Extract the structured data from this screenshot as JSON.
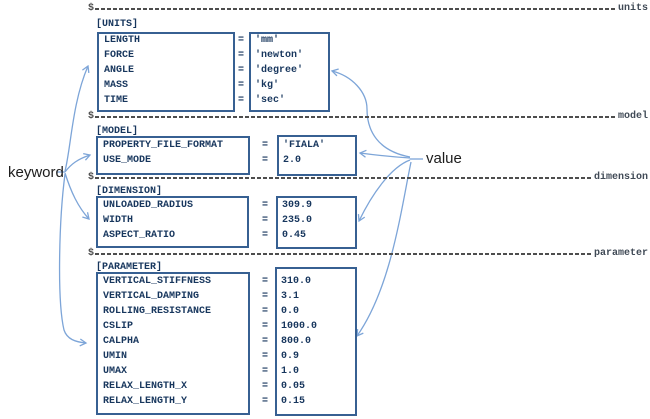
{
  "colors": {
    "border": "#376092",
    "text": "#17365D",
    "arrow": "#7da5d8",
    "dash": "#4d4d4d",
    "divlabel": "#404a56"
  },
  "labels": {
    "keyword": "keyword",
    "value": "value"
  },
  "equals_sign": "=",
  "sections": [
    {
      "id": "units",
      "dollar": "$",
      "divider_label": "units",
      "header": "[UNITS]",
      "rows": [
        {
          "key": "LENGTH",
          "value": "'mm'"
        },
        {
          "key": "FORCE",
          "value": "'newton'"
        },
        {
          "key": "ANGLE",
          "value": "'degree'"
        },
        {
          "key": "MASS",
          "value": "'kg'"
        },
        {
          "key": "TIME",
          "value": "'sec'"
        }
      ]
    },
    {
      "id": "model",
      "dollar": "$",
      "divider_label": "model",
      "header": "[MODEL]",
      "rows": [
        {
          "key": "PROPERTY_FILE_FORMAT",
          "value": "'FIALA'"
        },
        {
          "key": "USE_MODE",
          "value": "2.0"
        }
      ]
    },
    {
      "id": "dimension",
      "dollar": "$",
      "divider_label": "dimension",
      "header": "[DIMENSION]",
      "rows": [
        {
          "key": "UNLOADED_RADIUS",
          "value": "309.9"
        },
        {
          "key": "WIDTH",
          "value": "235.0"
        },
        {
          "key": "ASPECT_RATIO",
          "value": "0.45"
        }
      ]
    },
    {
      "id": "parameter",
      "dollar": "$",
      "divider_label": "parameter",
      "header": "[PARAMETER]",
      "rows": [
        {
          "key": "VERTICAL_STIFFNESS",
          "value": "310.0"
        },
        {
          "key": "VERTICAL_DAMPING",
          "value": "3.1"
        },
        {
          "key": "ROLLING_RESISTANCE",
          "value": "0.0"
        },
        {
          "key": "CSLIP",
          "value": "1000.0"
        },
        {
          "key": "CALPHA",
          "value": "800.0"
        },
        {
          "key": "UMIN",
          "value": "0.9"
        },
        {
          "key": "UMAX",
          "value": "1.0"
        },
        {
          "key": "RELAX_LENGTH_X",
          "value": "0.05"
        },
        {
          "key": "RELAX_LENGTH_Y",
          "value": "0.15"
        }
      ]
    }
  ]
}
